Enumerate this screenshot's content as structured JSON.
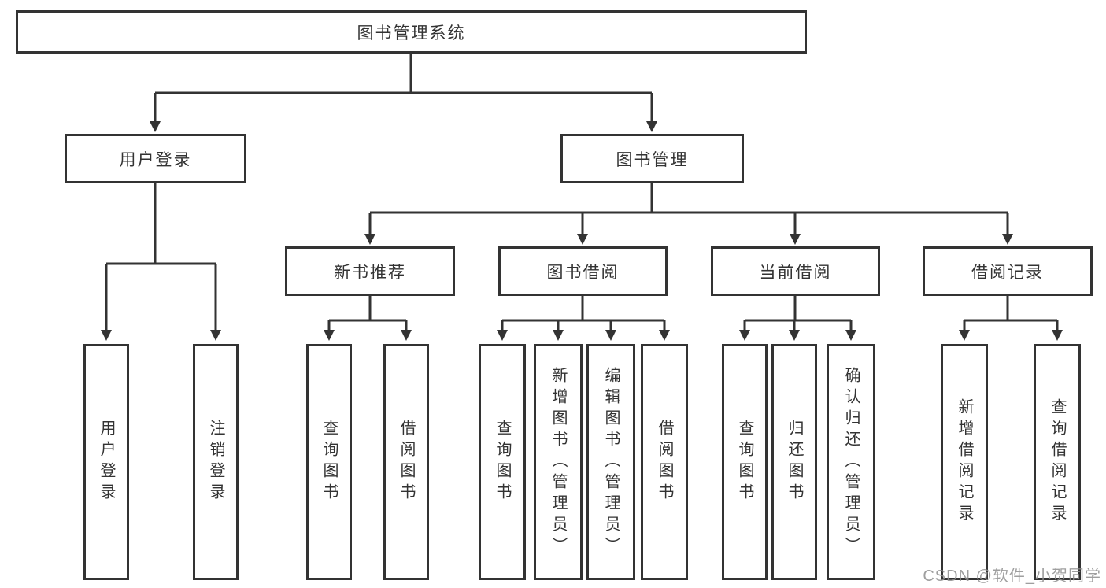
{
  "colors": {
    "line": "#333333",
    "box_border": "#333333",
    "text": "#333333",
    "background": "#ffffff",
    "watermark": "#8f8f8f"
  },
  "nodes": {
    "root": {
      "label": "图书管理系统"
    },
    "level2": [
      {
        "label": "用户登录"
      },
      {
        "label": "图书管理"
      }
    ],
    "level3": [
      {
        "label": "新书推荐",
        "parent": "图书管理"
      },
      {
        "label": "图书借阅",
        "parent": "图书管理"
      },
      {
        "label": "当前借阅",
        "parent": "图书管理"
      },
      {
        "label": "借阅记录",
        "parent": "图书管理"
      }
    ],
    "leaves": [
      {
        "label": "用户登录",
        "parent": "用户登录"
      },
      {
        "label": "注销登录",
        "parent": "用户登录"
      },
      {
        "label": "查询图书",
        "parent": "新书推荐"
      },
      {
        "label": "借阅图书",
        "parent": "新书推荐"
      },
      {
        "label": "查询图书",
        "parent": "图书借阅"
      },
      {
        "label": "新增图书（管理员）",
        "parent": "图书借阅"
      },
      {
        "label": "编辑图书（管理员）",
        "parent": "图书借阅"
      },
      {
        "label": "借阅图书",
        "parent": "图书借阅"
      },
      {
        "label": "查询图书",
        "parent": "当前借阅"
      },
      {
        "label": "归还图书",
        "parent": "当前借阅"
      },
      {
        "label": "确认归还（管理员）",
        "parent": "当前借阅"
      },
      {
        "label": "新增借阅记录",
        "parent": "借阅记录"
      },
      {
        "label": "查询借阅记录",
        "parent": "借阅记录"
      }
    ]
  },
  "watermark": {
    "text": "CSDN @软件_小贺同学"
  }
}
